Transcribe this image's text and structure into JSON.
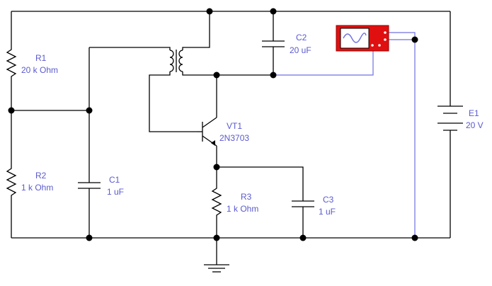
{
  "components": {
    "R1": {
      "name": "R1",
      "value": "20 k Ohm"
    },
    "R2": {
      "name": "R2",
      "value": "1 k Ohm"
    },
    "R3": {
      "name": "R3",
      "value": "1 k Ohm"
    },
    "C1": {
      "name": "C1",
      "value": "1 uF"
    },
    "C2": {
      "name": "C2",
      "value": "20 uF"
    },
    "C3": {
      "name": "C3",
      "value": "1 uF"
    },
    "VT1": {
      "name": "VT1",
      "model": "2N3703"
    },
    "E1": {
      "name": "E1",
      "value": "20 V"
    }
  },
  "instrument": {
    "type": "oscilloscope",
    "body_color": "#e01010",
    "trace_color": "#7070e0"
  },
  "wire_color": "#000000",
  "label_color": "#5a5ad0"
}
